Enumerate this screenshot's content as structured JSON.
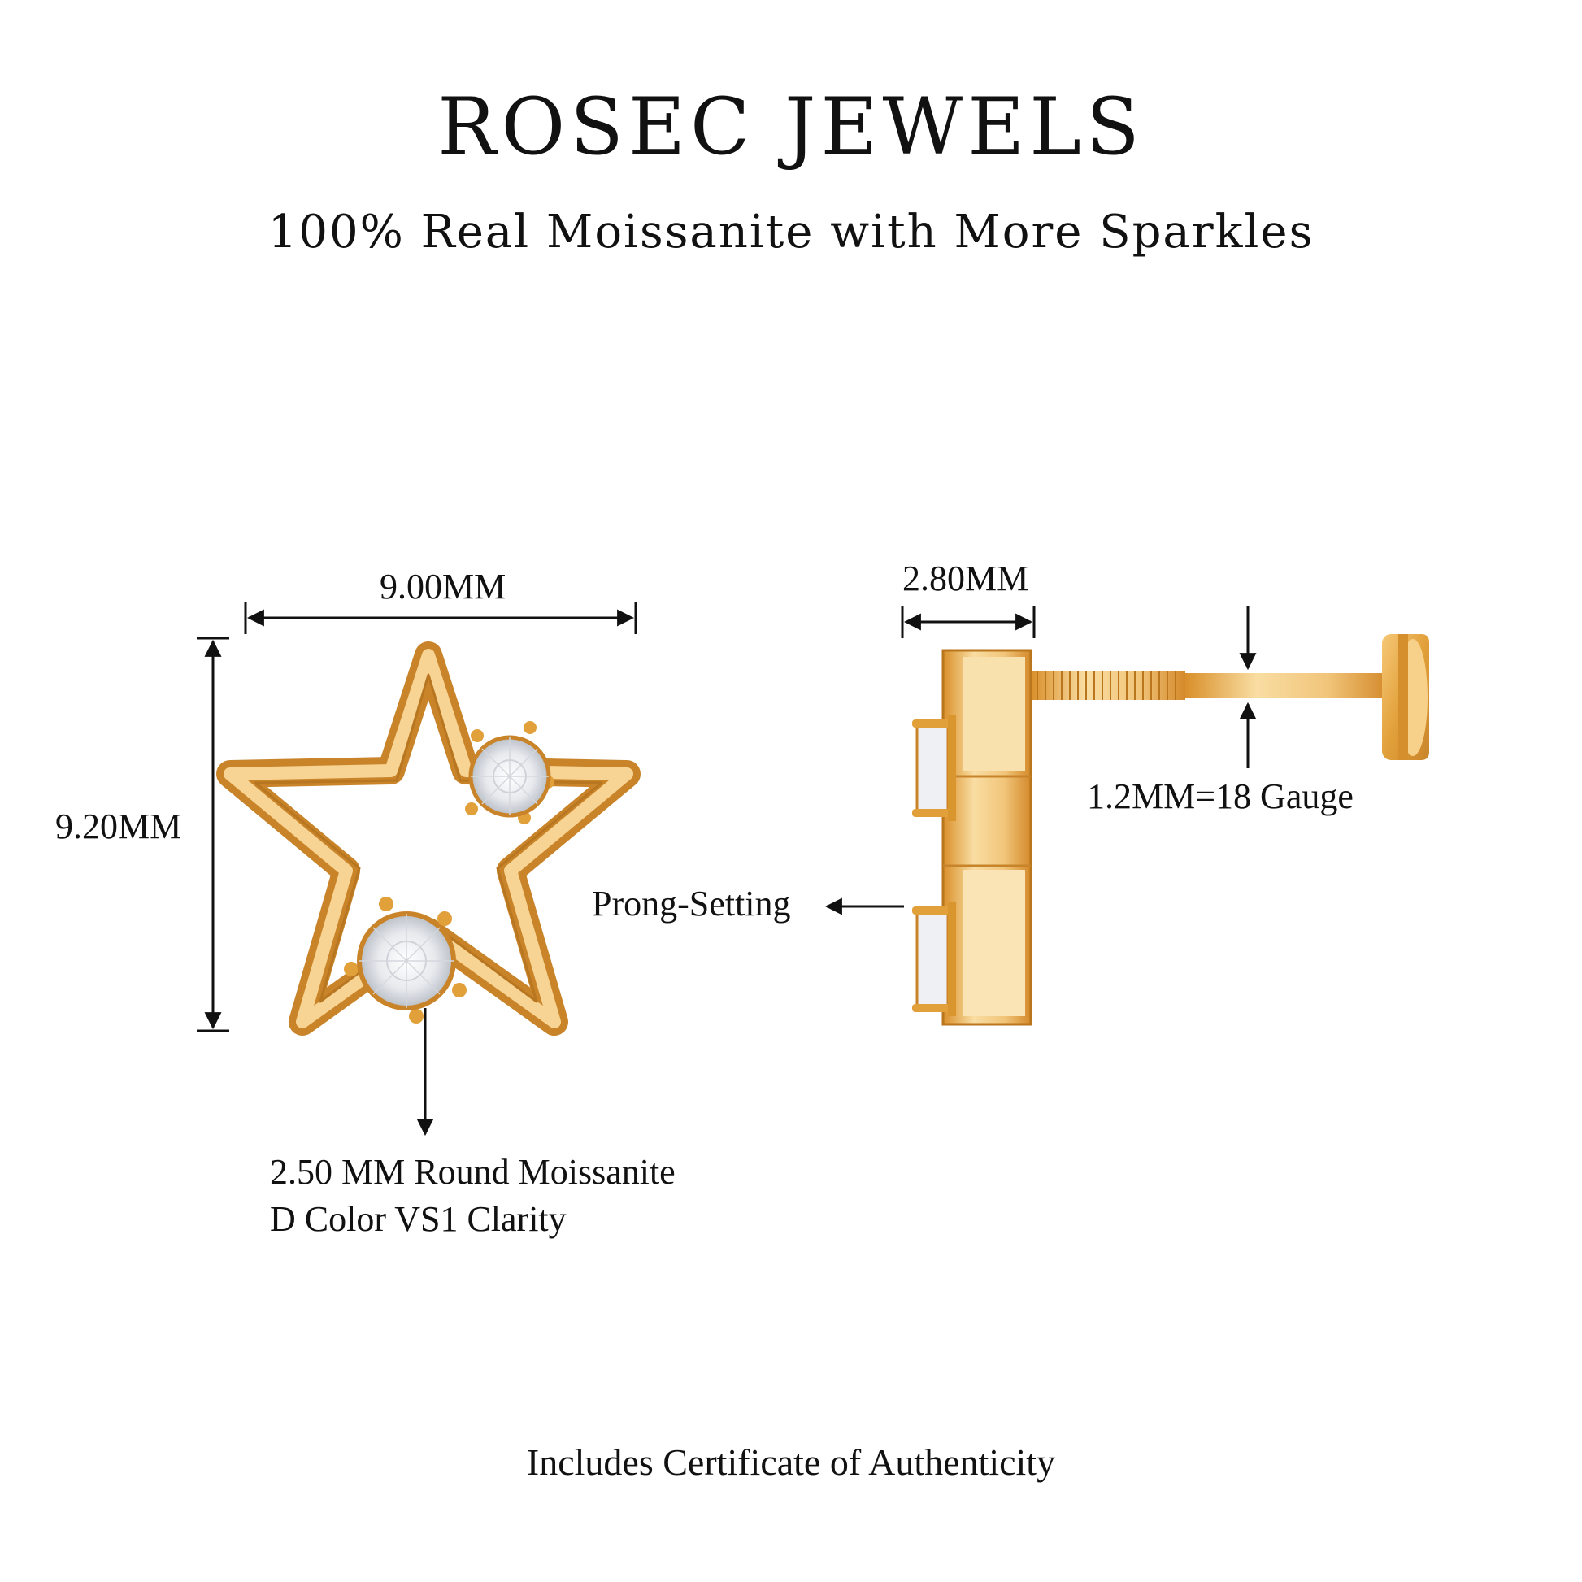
{
  "header": {
    "brand": "ROSEC JEWELS",
    "tagline": "100% Real Moissanite with More Sparkles"
  },
  "dimensions": {
    "width": "9.00MM",
    "height": "9.20MM",
    "depth": "2.80MM",
    "post_gauge": "1.2MM=18 Gauge",
    "setting": "Prong-Setting"
  },
  "stone": {
    "line1": "2.50 MM Round Moissanite",
    "line2": "D Color VS1 Clarity"
  },
  "footer": {
    "certificate": "Includes Certificate of Authenticity"
  },
  "colors": {
    "gold": "#e3a33b",
    "gold_light": "#fbe3b0",
    "gold_dark": "#b9761c",
    "diamond": "#f3f4f6",
    "dimension_line": "#111111"
  }
}
